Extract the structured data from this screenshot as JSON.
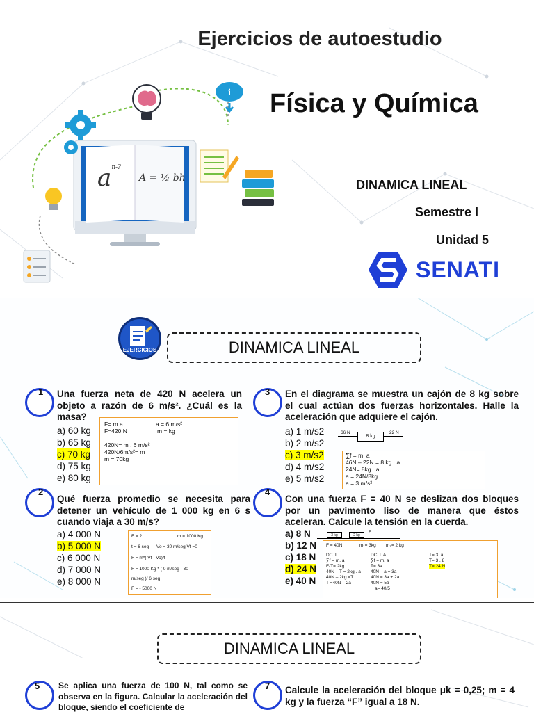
{
  "cover": {
    "title": "Ejercicios de autoestudio",
    "subject": "Física y Química",
    "topic": "DINAMICA LINEAL",
    "semester": "Semestre I",
    "unit": "Unidad 5",
    "brand": "SENATI",
    "brand_color": "#1f3fd6",
    "formula_power": "a",
    "formula_exp": "n-?",
    "formula_area": "A = ½ bh"
  },
  "slide2": {
    "badge": "EJERCICIOS",
    "banner": "DINAMICA LINEAL",
    "q1": {
      "n": "1",
      "text": "Una fuerza neta de 420 N acelera un objeto a razón de 6 m/s². ¿Cuál es la masa?",
      "options": [
        "a) 60 kg",
        "b) 65 kg",
        "c) 70 kg",
        "d) 75 kg",
        "e) 80 kg"
      ],
      "sol": [
        "F= m.a",
        "F=420 N",
        "420N= m . 6 m/s²",
        "420N/6m/s²= m",
        "m = 70kg"
      ],
      "sol_r": [
        "a = 6 m/s²",
        "m = kg"
      ]
    },
    "q3": {
      "n": "3",
      "text": "En el diagrama se muestra un cajón de 8 kg sobre el cual actúan dos fuerzas horizontales. Halle la aceleración que adquiere el cajón.",
      "options": [
        "a) 1 m/s2",
        "b) 2 m/s2",
        "c) 3 m/s2",
        "d) 4 m/s2",
        "e) 5 m/s2"
      ],
      "diag_left": "66 N",
      "diag_box": "8 kg",
      "diag_right": "22 N",
      "sol": [
        "∑f = m. a",
        "46N – 22N = 8 kg . a",
        "24N= 8kg . a",
        "a = 24N/8kg",
        "a = 3 m/s²"
      ]
    },
    "q2": {
      "n": "2",
      "text": "Qué fuerza promedio se necesita para detener un vehículo de 1 000 kg en 6 s cuando viaja a 30 m/s?",
      "options": [
        "a) 4 000 N",
        "b) 5 000 N",
        "c) 6 000 N",
        "d) 7 000 N",
        "e) 8 000 N"
      ],
      "sol": [
        "F = ?",
        "t = 6 seg",
        "F = m*( Vf - Vo)/t",
        "F = 1000 Kg * ( 0 m/seg - 30",
        "m/seg )/ 6 seg",
        "F = - 5000 N"
      ],
      "sol_r1": "m = 1000 Kg",
      "sol_r2": "Vo = 30 m/seg     Vf =0"
    },
    "q4": {
      "n": "4",
      "text": "Con una fuerza F = 40 N se deslizan dos bloques por un pavimento liso de manera que éstos aceleran. Calcule la tensión en la cuerda.",
      "options": [
        "a) 8 N",
        "b) 12 N",
        "c) 18 N",
        "d) 24 N",
        "e) 40 N"
      ],
      "diag_b1": "3 kg",
      "diag_b2": "2 kg",
      "diag_f": "F",
      "sol_top": [
        "F = 40N",
        "m₁= 3kg",
        "m₂= 2 kg"
      ],
      "sol_c1": [
        "DC. L",
        "∑f = m. a",
        "F-T= 2kg",
        "40N – T = 2kg . a",
        "40N – 2kg =T",
        "T =40N – 2a"
      ],
      "sol_c2": [
        "DC. L A",
        "∑f = m. a",
        "T= 3a",
        "40N – a = 3a",
        "40N = 3a + 2a",
        "40N = 5a",
        "a= 40/5"
      ],
      "sol_c3": [
        "T= 3 .a",
        "T= 3 . 8",
        "T= 24 N"
      ]
    }
  },
  "slide3": {
    "banner": "DINAMICA LINEAL",
    "q5": {
      "n": "5",
      "text": "Se aplica una fuerza de 100 N, tal como se observa en la figura. Calcular la aceleración del bloque, siendo el coeficiente de"
    },
    "q7": {
      "n": "7",
      "text": "Calcule la aceleración del bloque μk = 0,25; m = 4 kg y la fuerza “F” igual a 18 N."
    }
  }
}
